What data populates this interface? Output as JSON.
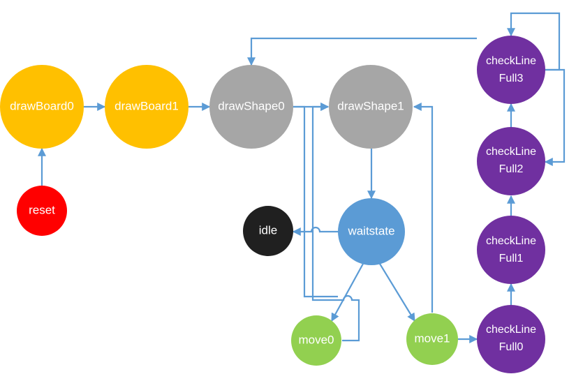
{
  "colors": {
    "yellow": "#ffc000",
    "red": "#ff0000",
    "gray": "#a6a6a6",
    "blue": "#5b9bd5",
    "black": "#202020",
    "green": "#92d050",
    "purple": "#7030a0",
    "arrow": "#5b9bd5"
  },
  "nodes": {
    "drawBoard0": {
      "label": "drawBoard0",
      "color": "yellow"
    },
    "drawBoard1": {
      "label": "drawBoard1",
      "color": "yellow"
    },
    "reset": {
      "label": "reset",
      "color": "red"
    },
    "drawShape0": {
      "label": "drawShape0",
      "color": "gray"
    },
    "drawShape1": {
      "label": "drawShape1",
      "color": "gray"
    },
    "waitstate": {
      "label": "waitstate",
      "color": "blue"
    },
    "idle": {
      "label": "idle",
      "color": "black"
    },
    "move0": {
      "label": "move0",
      "color": "green"
    },
    "move1": {
      "label": "move1",
      "color": "green"
    },
    "checkLineFull0": {
      "label_line1": "checkLine",
      "label_line2": "Full0",
      "color": "purple"
    },
    "checkLineFull1": {
      "label_line1": "checkLine",
      "label_line2": "Full1",
      "color": "purple"
    },
    "checkLineFull2": {
      "label_line1": "checkLine",
      "label_line2": "Full2",
      "color": "purple"
    },
    "checkLineFull3": {
      "label_line1": "checkLine",
      "label_line2": "Full3",
      "color": "purple"
    }
  },
  "edges": [
    {
      "from": "reset",
      "to": "drawBoard0"
    },
    {
      "from": "drawBoard0",
      "to": "drawBoard1"
    },
    {
      "from": "drawBoard1",
      "to": "drawShape0"
    },
    {
      "from": "drawShape0",
      "to": "drawShape1"
    },
    {
      "from": "drawShape1",
      "to": "waitstate"
    },
    {
      "from": "waitstate",
      "to": "idle"
    },
    {
      "from": "waitstate",
      "to": "move0"
    },
    {
      "from": "waitstate",
      "to": "move1"
    },
    {
      "from": "move0",
      "to": "drawShape1"
    },
    {
      "from": "move1",
      "to": "drawShape1"
    },
    {
      "from": "move1",
      "to": "checkLineFull0"
    },
    {
      "from": "checkLineFull0",
      "to": "checkLineFull1"
    },
    {
      "from": "checkLineFull1",
      "to": "checkLineFull2"
    },
    {
      "from": "checkLineFull2",
      "to": "checkLineFull3"
    },
    {
      "from": "checkLineFull3",
      "to": "checkLineFull2"
    },
    {
      "from": "checkLineFull3",
      "to": "checkLineFull3"
    },
    {
      "from": "checkLineFull3",
      "to": "drawShape0"
    }
  ]
}
